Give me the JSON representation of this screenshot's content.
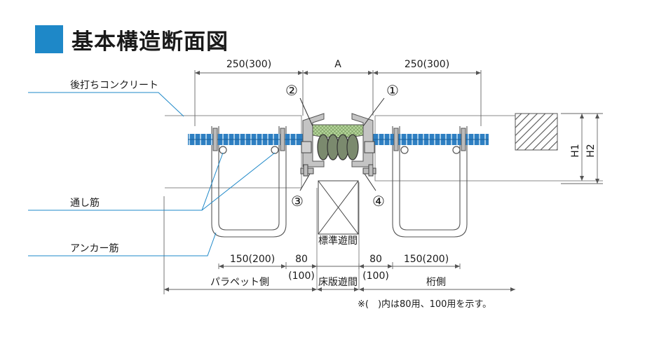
{
  "title": "基本構造断面図",
  "colors": {
    "accent": "#1e88c8",
    "leader": "#1e88c8",
    "rebar": "#2e7fc2",
    "steel": "#b8b8b8",
    "rubber": "#6a7a5c",
    "seal_fill": "#b4d59a"
  },
  "labels": {
    "after_pour_concrete": "後打ちコンクリート",
    "through_bar": "通し筋",
    "anchor_bar": "アンカー筋"
  },
  "callouts": [
    "①",
    "②",
    "③",
    "④"
  ],
  "dims": {
    "top_left": "250(300)",
    "top_center": "A",
    "top_right": "250(300)",
    "h1": "H1",
    "h2": "H2",
    "bottom_left": "150(200)",
    "bottom_left_gap": "80",
    "bottom_left_gap_alt": "(100)",
    "bottom_right_gap": "80",
    "bottom_right_gap_alt": "(100)",
    "bottom_right": "150(200)",
    "standard_gap": "標準遊間",
    "slab_gap": "床版遊間",
    "parapet_side": "パラペット側",
    "girder_side": "桁側"
  },
  "footnote": "※(　)内は80用、100用を示す。"
}
